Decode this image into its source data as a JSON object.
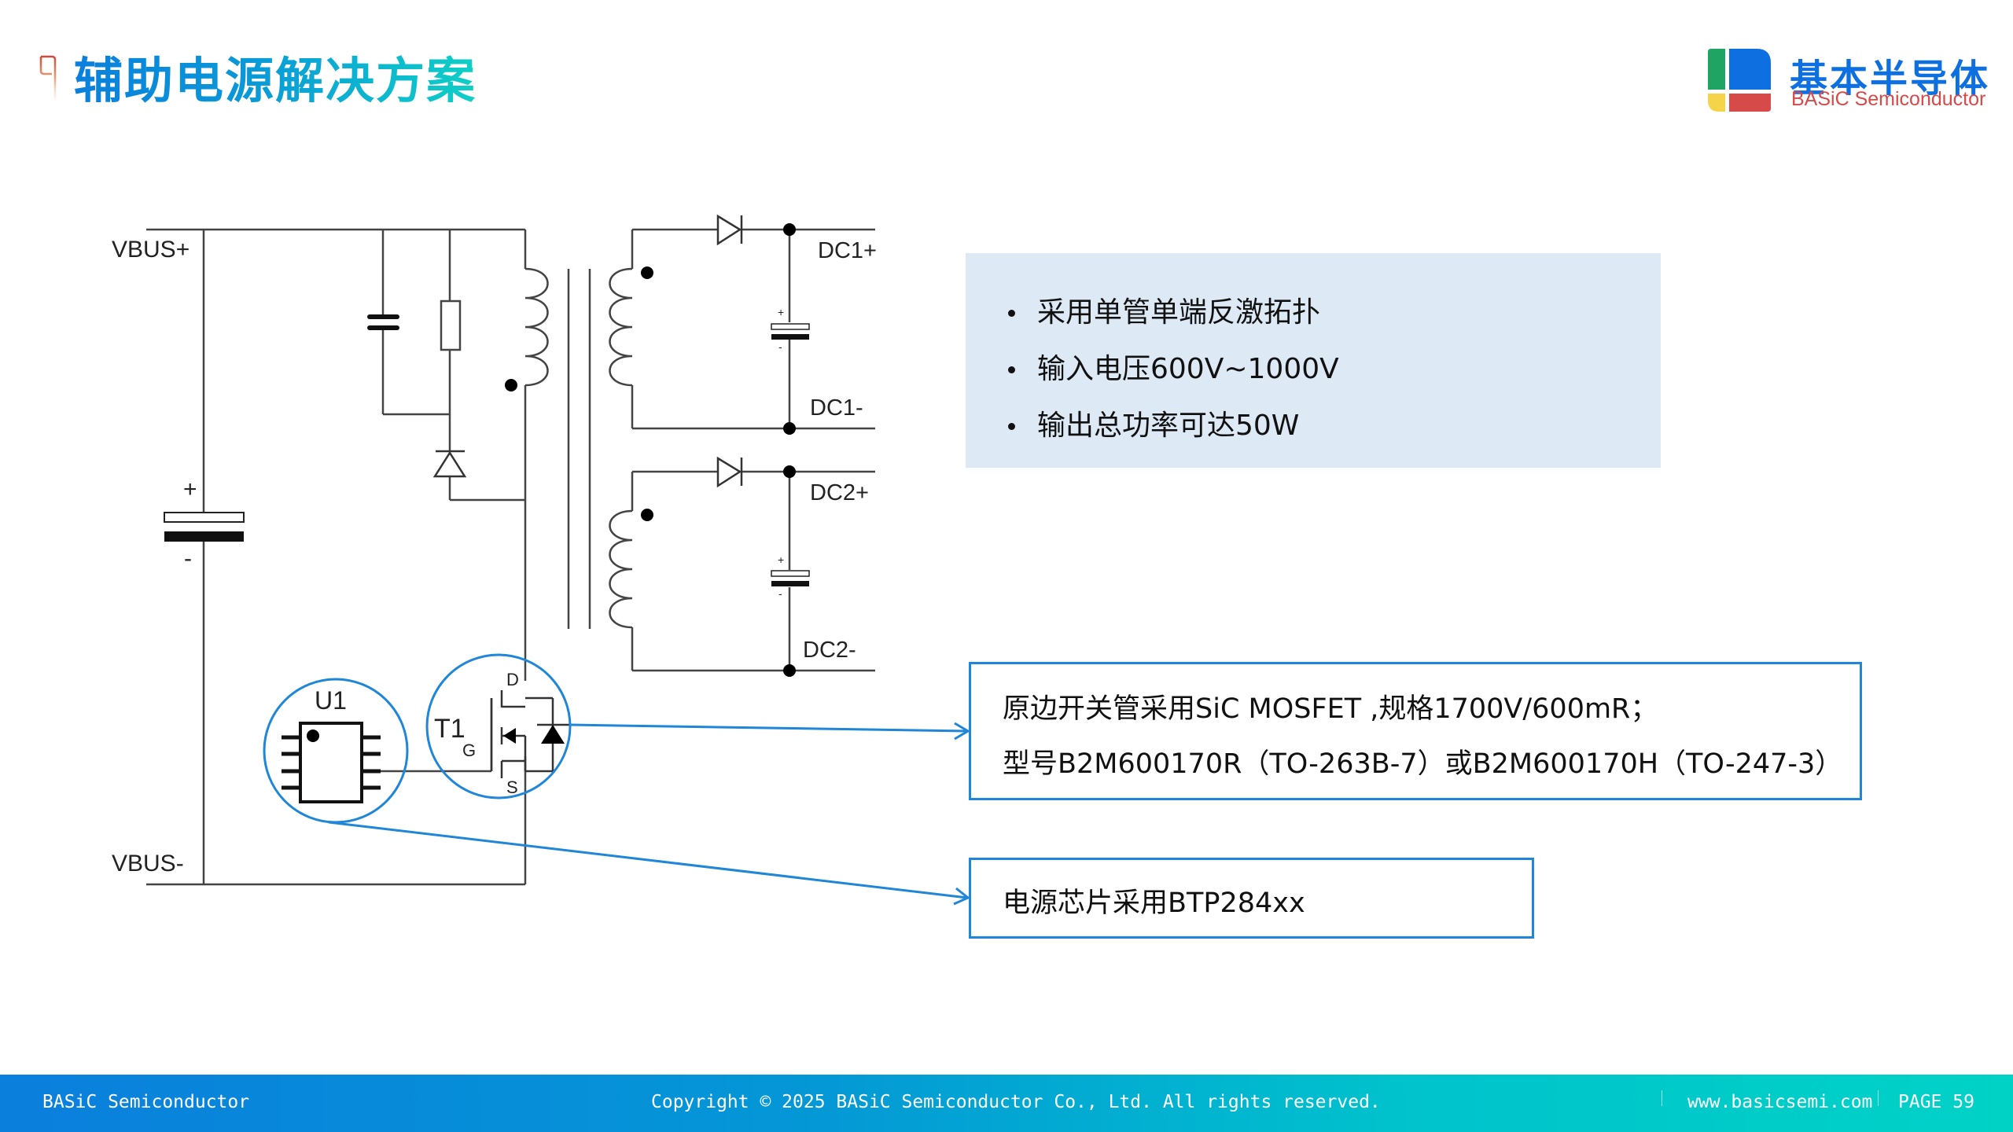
{
  "header": {
    "title": "辅助电源解决方案",
    "logo": {
      "cn": "基本半导体",
      "en": "BASiC Semiconductor",
      "colors": {
        "green": "#1fa463",
        "blue": "#0d6fe0",
        "yellow": "#f5d44a",
        "red": "#d74a4a"
      }
    }
  },
  "schematic": {
    "labels": {
      "vbus_pos": "VBUS+",
      "vbus_neg": "VBUS-",
      "cap_plus": "+",
      "cap_minus": "-",
      "dc1_pos": "DC1+",
      "dc1_neg": "DC1-",
      "dc2_pos": "DC2+",
      "dc2_neg": "DC2-",
      "small_plus": "+",
      "small_minus": "-",
      "u1": "U1",
      "t1": "T1",
      "gate": "G",
      "drain": "D",
      "source": "S"
    }
  },
  "info_box": {
    "bullets": [
      "采用单管单端反激拓扑",
      "输入电压600V~1000V",
      "输出总功率可达50W"
    ]
  },
  "callouts": {
    "mosfet": {
      "line1": "原边开关管采用SiC MOSFET ,规格1700V/600mR；",
      "line2": "型号B2M600170R（TO-263B-7）或B2M600170H（TO-247-3）"
    },
    "chip": {
      "line1": "电源芯片采用BTP284xx"
    }
  },
  "footer": {
    "company": "BASiC Semiconductor",
    "copyright": "Copyright © 2025 BASiC Semiconductor Co., Ltd. All rights reserved.",
    "website": "www.basicsemi.com",
    "page": "PAGE 59"
  },
  "colors": {
    "accent_blue": "#1f86d8",
    "info_bg": "#dde9f5"
  }
}
